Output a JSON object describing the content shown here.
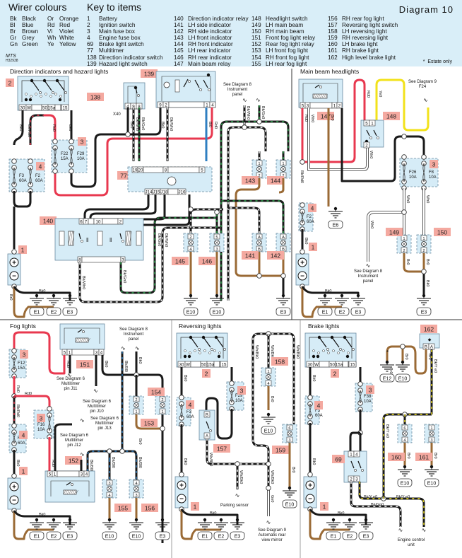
{
  "header": {
    "wire_colours_title": "Wirer colours",
    "key_title": "Key to items",
    "diagram_title": "Diagram  10",
    "mts_label": "MTS",
    "mts_code": "H32938",
    "estate_symbol": "*",
    "estate_note": "Estate only",
    "wire_colours": [
      {
        "code": "Bk",
        "name": "Black",
        "code2": "Or",
        "name2": "Orange"
      },
      {
        "code": "Bl",
        "name": "Blue",
        "code2": "Rd",
        "name2": "Red"
      },
      {
        "code": "Br",
        "name": "Brown",
        "code2": "Vi",
        "name2": "Violet"
      },
      {
        "code": "Gr",
        "name": "Grey",
        "code2": "Wh",
        "name2": "White"
      },
      {
        "code": "Gn",
        "name": "Green",
        "code2": "Ye",
        "name2": "Yellow"
      }
    ],
    "key_items": [
      [
        {
          "num": "1",
          "label": "Battery"
        },
        {
          "num": "2",
          "label": "Ignition switch"
        },
        {
          "num": "3",
          "label": "Main fuse box"
        },
        {
          "num": "4",
          "label": "Engine fuse box"
        },
        {
          "num": "69",
          "label": "Brake light switch"
        },
        {
          "num": "77",
          "label": "Multitimer"
        },
        {
          "num": "138",
          "label": "Direction indicator switch"
        },
        {
          "num": "139",
          "label": "Hazard light switch"
        }
      ],
      [
        {
          "num": "140",
          "label": "Direction indicator relay"
        },
        {
          "num": "141",
          "label": "LH side indicator"
        },
        {
          "num": "142",
          "label": "RH side indicator"
        },
        {
          "num": "143",
          "label": "LH front indicator"
        },
        {
          "num": "144",
          "label": "RH front indicator"
        },
        {
          "num": "145",
          "label": "LH rear indicator"
        },
        {
          "num": "146",
          "label": "RH rear indicator"
        },
        {
          "num": "147",
          "label": "Main beam relay"
        }
      ],
      [
        {
          "num": "148",
          "label": "Headlight switch"
        },
        {
          "num": "149",
          "label": "LH main beam"
        },
        {
          "num": "150",
          "label": "RH main beam"
        },
        {
          "num": "151",
          "label": "Front fog light relay"
        },
        {
          "num": "152",
          "label": "Rear fog light relay"
        },
        {
          "num": "153",
          "label": "LH front fog light"
        },
        {
          "num": "154",
          "label": "RH front fog light"
        },
        {
          "num": "155",
          "label": "LH rear fog light"
        }
      ],
      [
        {
          "num": "156",
          "label": "RH rear fog light"
        },
        {
          "num": "157",
          "label": "Reversing light switch"
        },
        {
          "num": "158",
          "label": "LH reversing light"
        },
        {
          "num": "159",
          "label": "RH reversing light"
        },
        {
          "num": "160",
          "label": "LH brake light"
        },
        {
          "num": "161",
          "label": "RH brake light"
        },
        {
          "num": "162",
          "label": "High level brake light"
        }
      ]
    ]
  },
  "colors": {
    "header_bg": "#d9eef8",
    "component_bg": "#d6ecf7",
    "badge_bg": "#f4a9a0",
    "wire_black": "#1a1a1a",
    "wire_red": "#e8384f",
    "wire_brown": "#9a6a35",
    "wire_blue": "#2f7fc1",
    "wire_yellow": "#f2e21a",
    "wire_green_dots": "#2fa84f"
  },
  "sections": {
    "direction": {
      "title": "Direction indicators  and  hazard  lights",
      "note_instrument": [
        "See Diagram 8",
        "Instrument",
        "panel"
      ],
      "badges": {
        "ign": "2",
        "fuse3": "3",
        "fuse4": "4",
        "switch138": "138",
        "hazard139": "139",
        "multitimer": "77",
        "relay": "140",
        "battery": "1",
        "lfi": "143",
        "rfi": "144",
        "lsi": "141",
        "rsi": "142",
        "lri": "145",
        "rri": "146"
      },
      "ign_pins": [
        "30",
        "W",
        "50",
        "15a",
        "15"
      ],
      "fuses": {
        "f22": [
          "F22",
          "15A"
        ],
        "f29": [
          "F29",
          "10A"
        ],
        "f3": [
          "F3",
          "60A"
        ],
        "f2": [
          "F2",
          "60A"
        ]
      },
      "x40": "X40",
      "sw138_pins": [
        "4",
        "9",
        "8"
      ],
      "haz139_pins": [
        "9",
        "2",
        "1",
        "4"
      ],
      "mt77_top_pins": [
        "19",
        "20",
        "8",
        "5"
      ],
      "mt77_bottom_pins": [
        "J14",
        "J15",
        "J18",
        "J16"
      ],
      "relay140_top_pins": [
        "6",
        "7",
        "10",
        "2"
      ],
      "relay140_bottom_pins": [
        "8",
        "3"
      ],
      "lamp_pins": {
        "143": [
          "1",
          "2"
        ],
        "144": [
          "1",
          "2"
        ],
        "141": [
          "A",
          "B"
        ],
        "142": [
          "A",
          "B"
        ],
        "145": [
          "2",
          "4"
        ],
        "146": [
          "5",
          "3"
        ]
      },
      "wire_labels": {
        "bk": "Bk0",
        "bkrd": "Bk/Rd0",
        "rd": "Rd0",
        "bl": "Bl0",
        "bkwh": "Bk/Wh0",
        "bkgn": "Bk/Gn0",
        "br": "Br0"
      },
      "earths": [
        "E1",
        "E2",
        "E3",
        "E10",
        "E10",
        "E3"
      ]
    },
    "main_beam": {
      "title": "Main  beam  headlights",
      "note_f24": [
        "See Diagram 9",
        "F24"
      ],
      "note_instrument": [
        "See Diagram 8",
        "Instrument",
        "panel"
      ],
      "badges": {
        "relay": "147",
        "switch": "148",
        "fuse3": "3",
        "fuse4": "4",
        "battery": "1",
        "lh": "149",
        "rh": "150"
      },
      "relay_pins": [
        "5",
        "3",
        "1",
        "2"
      ],
      "switch_pins_top": [
        "5",
        "1"
      ],
      "switch_pin_bottom": "2",
      "fuses": {
        "f26": [
          "F26",
          "10A"
        ],
        "f8": [
          "F8",
          "10A"
        ],
        "f2": [
          "F2",
          "60A"
        ]
      },
      "wire_labels": {
        "rd": "Rd0",
        "wh": "Wh0",
        "br": "Br0",
        "ye": "Ye0",
        "bkrd": "Bk/Rd0",
        "bk": "Bk0"
      },
      "earths": [
        "E6",
        "E1",
        "E2",
        "E3",
        "E3"
      ]
    },
    "fog": {
      "title": "Fog  lights",
      "note_instrument": [
        "See Diagram 8",
        "Instrument",
        "panel"
      ],
      "note_j11": [
        "See Diagram 6",
        "Multitimer",
        "pin J11"
      ],
      "note_j10": [
        "See Diagram 6",
        "Multitimer",
        "pin J10"
      ],
      "note_j13": [
        "See Diagram 6",
        "Multitimer",
        "pin J13"
      ],
      "note_j12": [
        "See Diagram 6",
        "Multitimer",
        "pin J12"
      ],
      "badges": {
        "front_relay": "151",
        "rear_relay": "152",
        "fuse3a": "3",
        "fuse3b": "3",
        "fuse4": "4",
        "battery": "1",
        "lff": "153",
        "rff": "154",
        "lrf": "155",
        "rrf": "156"
      },
      "relay_pins": [
        "5",
        "1",
        "3",
        "4"
      ],
      "fuses": {
        "f12": [
          "F12",
          "15A"
        ],
        "f16": [
          "F16",
          "10A"
        ],
        "f2": [
          "F2",
          "60A"
        ]
      },
      "wire_labels": {
        "rd": "Rd0",
        "bkrd": "Bk/Rd0",
        "bk": "Bk0",
        "bkbl": "Bk/Bl0",
        "br": "Br0"
      },
      "earths": [
        "E1",
        "E2",
        "E3",
        "E10",
        "E10",
        "E3"
      ]
    },
    "reversing": {
      "title": "Reversing  lights",
      "note_parking": "Parking sensor",
      "note_mirror": [
        "See Diagram 9",
        "Automatic rear",
        "view mirror"
      ],
      "badges": {
        "ign": "2",
        "fuse3": "3",
        "fuse4": "4",
        "battery": "1",
        "switch": "157",
        "lh": "158",
        "rh": "159"
      },
      "ign_pins": [
        "30",
        "W",
        "50",
        "15a",
        "15"
      ],
      "fuses": {
        "f29": [
          "F29",
          "10A"
        ],
        "f3": [
          "F3",
          "60A"
        ]
      },
      "switch_pins": [
        "B",
        "A"
      ],
      "wire_labels": {
        "bk": "Bk0",
        "whbk": "Wh/Bk0",
        "br": "Br0",
        "gn": "Gn0"
      },
      "earths": [
        "E1",
        "E2",
        "E3",
        "E10",
        "E10"
      ]
    },
    "brake": {
      "title": "Brake  lights",
      "note_ecu": [
        "Engine control",
        "unit"
      ],
      "badges": {
        "ign": "2",
        "fuse3": "3",
        "fuse4": "4",
        "battery": "1",
        "switch": "69",
        "lh": "160",
        "rh": "161",
        "high": "162"
      },
      "ign_pins": [
        "30",
        "W",
        "50",
        "15a",
        "15"
      ],
      "fuses": {
        "f38": [
          "F38",
          "10A"
        ],
        "f3": [
          "F3",
          "60A"
        ]
      },
      "switch_pins_top": [
        "1",
        "4"
      ],
      "switch_pins_bottom": [
        "2",
        "3"
      ],
      "high_pins": [
        "B",
        "A"
      ],
      "wire_labels": {
        "bk": "Bk0",
        "bky": "Bk/Y  e0",
        "bkgn": "Bk/Gn0",
        "br": "Br0"
      },
      "earths": [
        "E12",
        "E10",
        "E10",
        "E10",
        "E1",
        "E2",
        "E3"
      ]
    }
  }
}
